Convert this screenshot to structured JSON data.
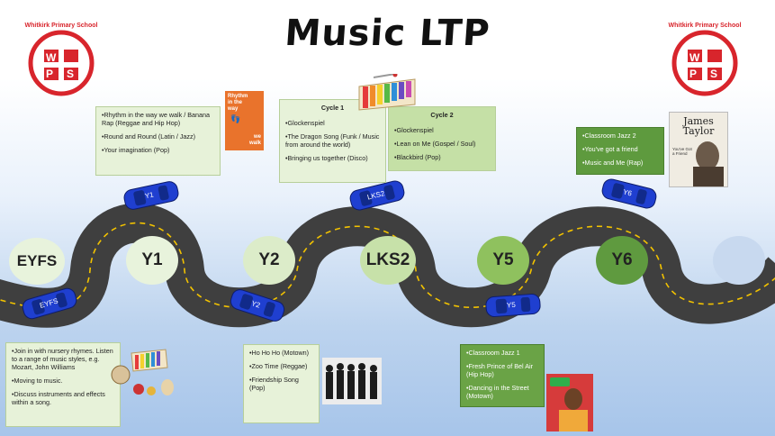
{
  "title": "Music LTP",
  "school": {
    "name": "Whitkirk Primary School",
    "left_letters": [
      "W",
      "P",
      "S"
    ],
    "right_letters": [
      "W",
      "P",
      "S"
    ]
  },
  "stages": [
    {
      "label": "EYFS",
      "color": "#e8f3dc"
    },
    {
      "label": "Y1",
      "color": "#e8f3dc"
    },
    {
      "label": "Y2",
      "color": "#dcecc9"
    },
    {
      "label": "LKS2",
      "color": "#c7e1a9"
    },
    {
      "label": "Y5",
      "color": "#8fc15e"
    },
    {
      "label": "Y6",
      "color": "#5f9a3f"
    }
  ],
  "cars": [
    "EYFS",
    "Y1",
    "Y2",
    "LKS2",
    "Y5",
    "Y6"
  ],
  "cards": {
    "y1": [
      "•Rhythm  in the way we walk / Banana Rap (Reggae and Hip Hop)",
      "•Round and Round  (Latin / Jazz)",
      "•Your imagination (Pop)"
    ],
    "cycle1": {
      "heading": "Cycle 1",
      "items": [
        "•Glockenspiel",
        "•The Dragon Song (Funk / Music from around the world)",
        "•Bringing us together  (Disco)"
      ]
    },
    "cycle2": {
      "heading": "Cycle 2",
      "items": [
        "•Glockenspiel",
        "•Lean on Me (Gospel / Soul)",
        "•Blackbird (Pop)"
      ]
    },
    "y6": [
      "•Classroom Jazz 2",
      "•You've got a friend",
      "•Music and Me (Rap)"
    ],
    "eyfs": [
      "•Join in with nursery rhymes. Listen to a range of music styles, e.g. Mozart, John Williams",
      "•Moving to music.",
      "•Discuss instruments and effects within a song."
    ],
    "y2": [
      "•Ho Ho Ho (Motown)",
      "•Zoo Time (Reggae)",
      "•Friendship Song (Pop)"
    ],
    "y5": [
      "•Classroom Jazz 1",
      "•Fresh Prince of Bel Air (Hip Hop)",
      "•Dancing in the Street (Motown)"
    ]
  },
  "book": {
    "line1": "Rhythm",
    "line2": "in the",
    "line3": "way",
    "line4": "we",
    "line5": "walk"
  },
  "album": {
    "artist": "James Taylor",
    "sub": "You've Got a Friend"
  },
  "colors": {
    "road": "#4a4a4a",
    "lane": "#f2c200",
    "car": "#1f3fd0",
    "logo_red": "#d8252c"
  }
}
